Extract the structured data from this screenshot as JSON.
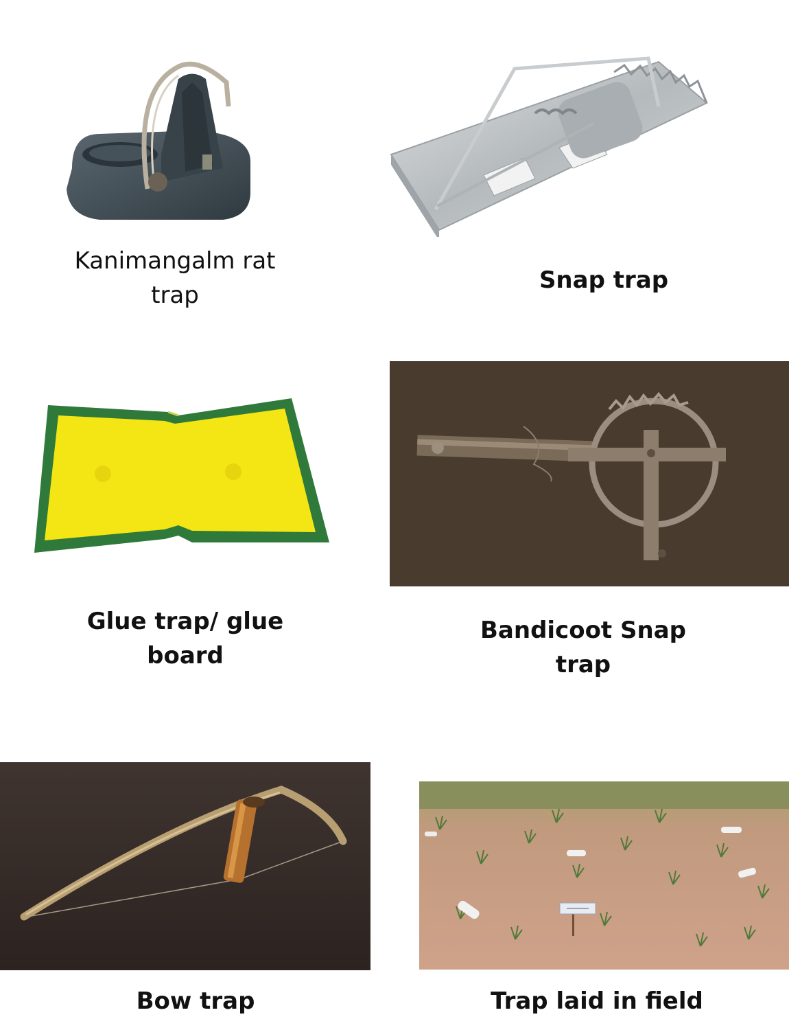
{
  "figure": {
    "panels": [
      {
        "id": "kanimangalam",
        "caption": "Kanimangalm rat trap",
        "caption_line1": "Kanimangalm rat",
        "caption_line2": "trap"
      },
      {
        "id": "snap",
        "caption": "Snap trap"
      },
      {
        "id": "glue",
        "caption": "Glue trap/ glue board",
        "caption_line1": "Glue trap/ glue",
        "caption_line2": "board"
      },
      {
        "id": "bandicoot",
        "caption": "Bandicoot Snap trap",
        "caption_line1": "Bandicoot Snap",
        "caption_line2": "trap"
      },
      {
        "id": "bow",
        "caption": "Bow trap"
      },
      {
        "id": "field",
        "caption": "Trap laid in field"
      }
    ]
  },
  "colors": {
    "page_bg": "#ffffff",
    "glue_yellow": "#f4e514",
    "glue_border_green": "#2f7a3a",
    "brown_backdrop": "#4a3b2f",
    "soil": "#c79b82",
    "grass": "#4f7a3a",
    "metal": "#bfc3c6",
    "plastic_dark": "#3f4a50"
  }
}
